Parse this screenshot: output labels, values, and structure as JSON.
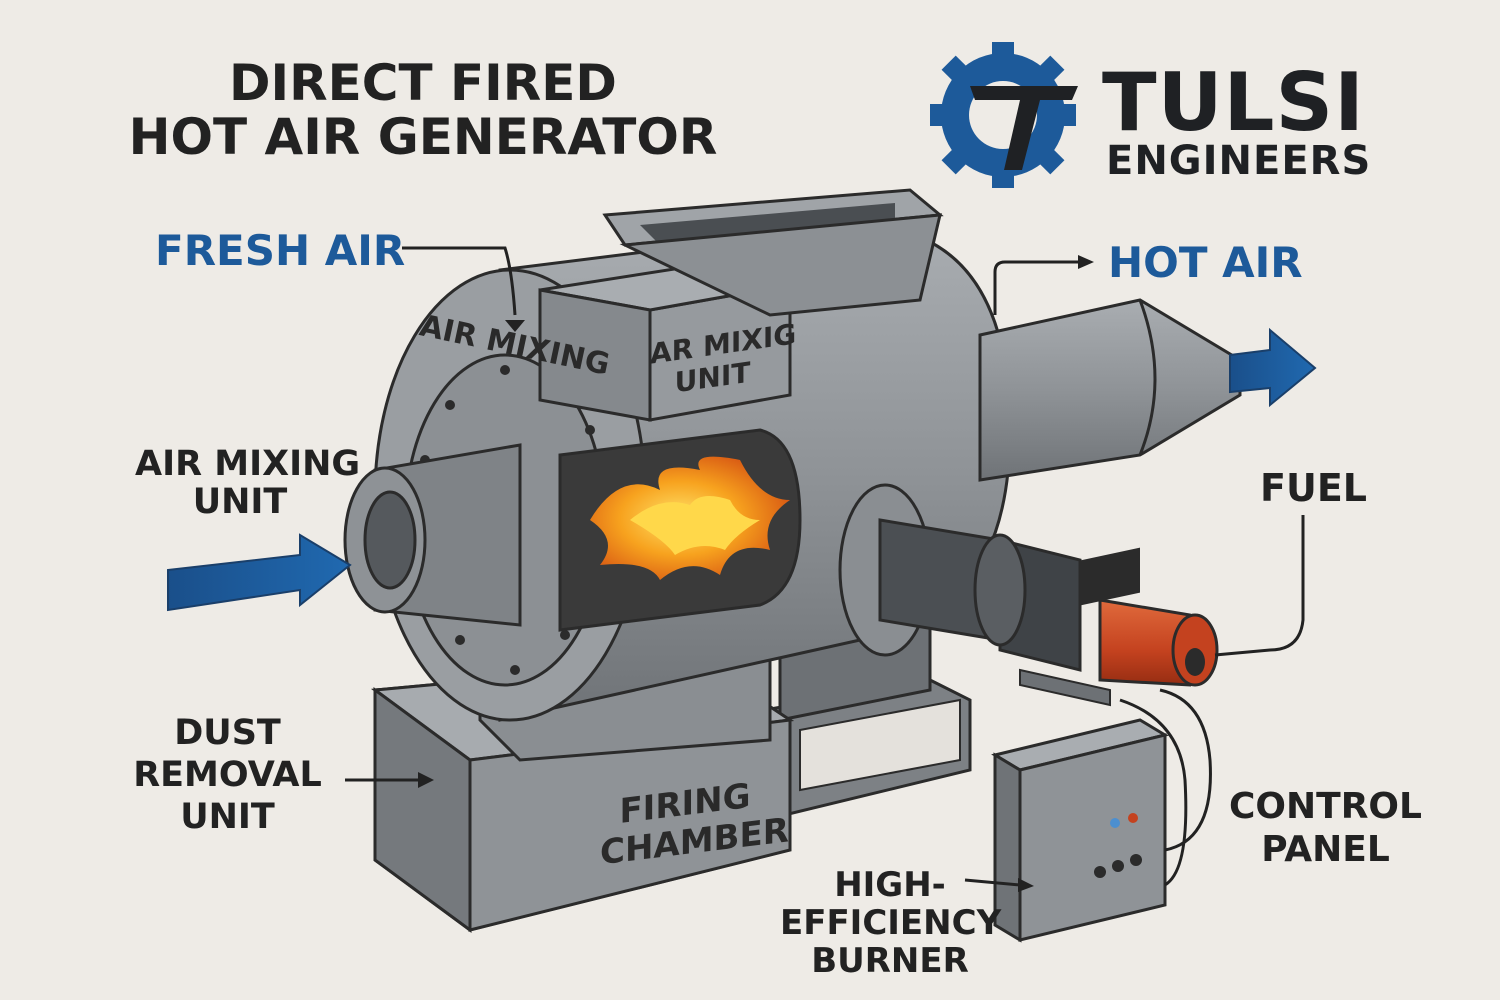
{
  "title": "DIRECT FIRED\nHOT AIR GENERATOR",
  "brand": {
    "name": "TULSI",
    "tagline": "ENGINEERS",
    "logo_icon": "gear-t-logo",
    "color": "#1d5a9a"
  },
  "labels": {
    "fresh_air": "FRESH AIR",
    "hot_air": "HOT AIR",
    "air_mixing_left": "AIR MIXING\nUNIT",
    "fuel": "FUEL",
    "dust_removal": "DUST\nREMOVAL\nUNIT",
    "control_panel": "CONTROL\nPANEL",
    "burner": "HIGH-\nEFFICIENCY\nBURNER",
    "air_mixing_body": "AIR MIXING",
    "air_mixing_box": "AR MIXIG\nUNIT",
    "firing_chamber": "FIRING\nCHAMBER"
  },
  "colors": {
    "background": "#eeebe6",
    "steel": "#8e9296",
    "arrow_blue": "#1d5a9a",
    "flame": "#f59a1c",
    "burner_red": "#c8441f"
  }
}
